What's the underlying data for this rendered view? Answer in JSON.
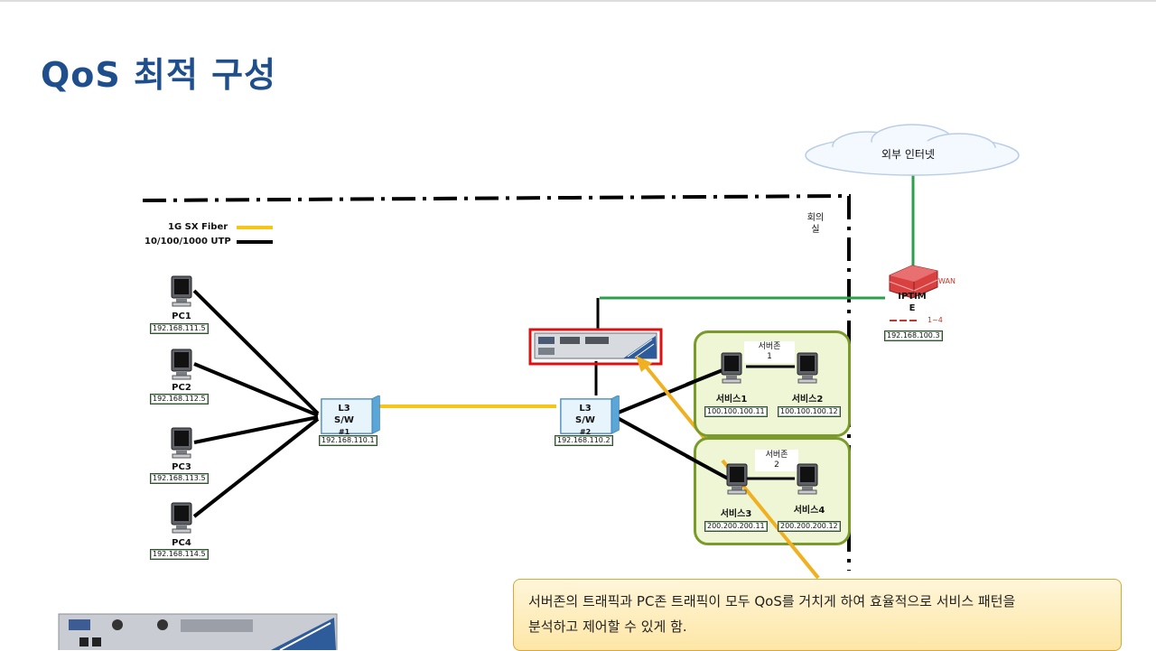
{
  "slide": {
    "title": "QoS 최적 구성"
  },
  "legend": {
    "fiber_label": "1G SX Fiber",
    "fiber_color": "#f5c518",
    "utp_label": "10/100/1000 UTP",
    "utp_color": "#000000"
  },
  "room": {
    "label_line1": "회의",
    "label_line2": "실"
  },
  "internet": {
    "label": "외부 인터넷"
  },
  "router": {
    "name_line1": "IPTIM",
    "name_line2": "E",
    "wan_label": "WAN",
    "ports_label": "1~4",
    "ip": "192.168.100.3"
  },
  "pcs": [
    {
      "name": "PC1",
      "ip": "192.168.111.5"
    },
    {
      "name": "PC2",
      "ip": "192.168.112.5"
    },
    {
      "name": "PC3",
      "ip": "192.168.113.5"
    },
    {
      "name": "PC4",
      "ip": "192.168.114.5"
    }
  ],
  "switches": [
    {
      "line1": "L3",
      "line2": "S/W",
      "line3": "#1",
      "ip": "192.168.110.1"
    },
    {
      "line1": "L3",
      "line2": "S/W",
      "line3": "#2",
      "ip": "192.168.110.2"
    }
  ],
  "zones": [
    {
      "label_line1": "서버존",
      "label_line2": "1"
    },
    {
      "label_line1": "서버존",
      "label_line2": "2"
    }
  ],
  "servers": [
    {
      "name": "서비스1",
      "ip": "100.100.100.11"
    },
    {
      "name": "서비스2",
      "ip": "100.100.100.12"
    },
    {
      "name": "서비스3",
      "ip": "200.200.200.11"
    },
    {
      "name": "서비스4",
      "ip": "200.200.200.12"
    }
  ],
  "callout": {
    "line1": "서버존의 트래픽과 PC존 트래픽이 모두 QoS를 거치게 하여 효율적으로 서비스 패턴을",
    "line2": "분석하고 제어할 수 있게 함."
  },
  "colors": {
    "title": "#1f4e8c",
    "highlight_box": "#e01010",
    "arrow": "#f0b020",
    "green_link": "#2aa04a",
    "zone_border": "#7a9a2a"
  }
}
